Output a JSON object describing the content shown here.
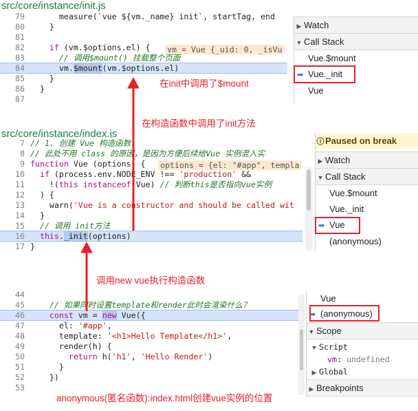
{
  "panel1": {
    "file": "src/core/instance/init.js",
    "lines": [
      {
        "n": "79",
        "parts": [
          {
            "t": "      measure(`vue ${vm._name} init`, startTag, end",
            "c": "tk"
          }
        ]
      },
      {
        "n": "80",
        "parts": [
          {
            "t": "    }",
            "c": "tk"
          }
        ]
      },
      {
        "n": "81",
        "parts": []
      },
      {
        "n": "82",
        "parts": [
          {
            "t": "    ",
            "c": "tk"
          },
          {
            "t": "if",
            "c": "kw"
          },
          {
            "t": " (vm.$options.el) {",
            "c": "tk"
          }
        ]
      },
      {
        "n": "83",
        "parts": [
          {
            "t": "      // 调用$mount() 挂载整个页面",
            "c": "cm"
          }
        ]
      },
      {
        "n": "84",
        "hl": true,
        "parts": [
          {
            "t": "      vm.",
            "c": "tk"
          },
          {
            "t": "$mount",
            "c": "tk",
            "hl": true
          },
          {
            "t": "(vm.$options.el)",
            "c": "tk"
          }
        ]
      },
      {
        "n": "85",
        "parts": [
          {
            "t": "    }",
            "c": "tk"
          }
        ]
      },
      {
        "n": "86",
        "parts": [
          {
            "t": "  }",
            "c": "tk"
          }
        ]
      },
      {
        "n": "87",
        "parts": []
      }
    ],
    "inline_value": "vm = Vue {_uid: 0, _isVu",
    "sidebar": {
      "watch": "Watch",
      "call_stack": "Call Stack",
      "frames": [
        "Vue.$mount",
        "Vue._init",
        "Vue"
      ],
      "current_frame": 1
    },
    "annotation": "在init中调用了$mount"
  },
  "middle_annotation": "在构造函数中调用了init方法",
  "panel2": {
    "file": "src/core/instance/index.js",
    "lines": [
      {
        "n": "7",
        "parts": [
          {
            "t": "// 1. 创建 Vue 构造函数",
            "c": "cm"
          }
        ]
      },
      {
        "n": "8",
        "parts": [
          {
            "t": "// 此处不用 class 的原因，是因为方便后续给Vue 实例混入实",
            "c": "cm"
          }
        ]
      },
      {
        "n": "9",
        "parts": [
          {
            "t": "function",
            "c": "kw"
          },
          {
            "t": " Vue (options) {",
            "c": "tk"
          }
        ]
      },
      {
        "n": "10",
        "parts": [
          {
            "t": "  ",
            "c": "tk"
          },
          {
            "t": "if",
            "c": "kw"
          },
          {
            "t": " (process.env.NODE_ENV !== ",
            "c": "tk"
          },
          {
            "t": "'production'",
            "c": "str"
          },
          {
            "t": " &&",
            "c": "tk"
          }
        ]
      },
      {
        "n": "11",
        "parts": [
          {
            "t": "    !(",
            "c": "tk"
          },
          {
            "t": "this",
            "c": "kw"
          },
          {
            "t": " ",
            "c": "tk"
          },
          {
            "t": "instanceof",
            "c": "kw"
          },
          {
            "t": " Vue) ",
            "c": "tk"
          },
          {
            "t": "// 判断this是否指向vue实例",
            "c": "cm"
          }
        ]
      },
      {
        "n": "12",
        "parts": [
          {
            "t": "  ) {",
            "c": "tk"
          }
        ]
      },
      {
        "n": "13",
        "parts": [
          {
            "t": "    warn(",
            "c": "tk"
          },
          {
            "t": "'Vue is a constructor and should be called wit",
            "c": "str"
          }
        ]
      },
      {
        "n": "14",
        "parts": [
          {
            "t": "  }",
            "c": "tk"
          }
        ]
      },
      {
        "n": "15",
        "parts": [
          {
            "t": "  // 调用 init方法",
            "c": "cm"
          }
        ]
      },
      {
        "n": "16",
        "hl": true,
        "parts": [
          {
            "t": "  ",
            "c": "tk"
          },
          {
            "t": "this",
            "c": "kw"
          },
          {
            "t": ".",
            "c": "tk"
          },
          {
            "t": "_init",
            "c": "tk",
            "hl": true
          },
          {
            "t": "(options)",
            "c": "tk"
          }
        ]
      },
      {
        "n": "17",
        "parts": [
          {
            "t": "}",
            "c": "tk"
          }
        ]
      }
    ],
    "inline_value": "options = {el: \"#app\", templa",
    "sidebar": {
      "paused": "Paused on break",
      "watch": "Watch",
      "call_stack": "Call Stack",
      "frames": [
        "Vue.$mount",
        "Vue._init",
        "Vue",
        "(anonymous)"
      ],
      "current_frame": 2
    }
  },
  "bottom_annotation_top": "调用new vue执行构造函数",
  "panel3": {
    "lines": [
      {
        "n": "44",
        "parts": []
      },
      {
        "n": "45",
        "parts": [
          {
            "t": "    // 如果同时设置template和render此时会渲染什么？",
            "c": "cm"
          }
        ]
      },
      {
        "n": "46",
        "hl": true,
        "parts": [
          {
            "t": "    ",
            "c": "tk"
          },
          {
            "t": "const",
            "c": "kw"
          },
          {
            "t": " vm = ",
            "c": "tk"
          },
          {
            "t": "new",
            "c": "kw",
            "hl": true
          },
          {
            "t": " Vue({",
            "c": "tk"
          }
        ]
      },
      {
        "n": "47",
        "parts": [
          {
            "t": "      el: ",
            "c": "tk"
          },
          {
            "t": "'#app'",
            "c": "str"
          },
          {
            "t": ",",
            "c": "tk"
          }
        ]
      },
      {
        "n": "48",
        "parts": [
          {
            "t": "      template: ",
            "c": "tk"
          },
          {
            "t": "'<h1>Hello Template</h1>'",
            "c": "str"
          },
          {
            "t": ",",
            "c": "tk"
          }
        ]
      },
      {
        "n": "49",
        "parts": [
          {
            "t": "      render(h) {",
            "c": "tk"
          }
        ]
      },
      {
        "n": "50",
        "parts": [
          {
            "t": "        ",
            "c": "tk"
          },
          {
            "t": "return",
            "c": "kw"
          },
          {
            "t": " h(",
            "c": "tk"
          },
          {
            "t": "'h1'",
            "c": "str"
          },
          {
            "t": ", ",
            "c": "tk"
          },
          {
            "t": "'Hello Render'",
            "c": "str"
          },
          {
            "t": ")",
            "c": "tk"
          }
        ]
      },
      {
        "n": "51",
        "parts": [
          {
            "t": "      }",
            "c": "tk"
          }
        ]
      },
      {
        "n": "52",
        "parts": [
          {
            "t": "    })",
            "c": "tk"
          }
        ]
      },
      {
        "n": "53",
        "parts": []
      }
    ],
    "sidebar": {
      "frames": [
        "Vue",
        "(anonymous)"
      ],
      "current_frame": 1,
      "scope": "Scope",
      "script": "Script",
      "scope_var_name": "vm",
      "scope_var_value": "undefined",
      "global": "Global",
      "breakpoints": "Breakpoints"
    },
    "annotation": "anonymous(匿名函数):index.html创建vue实例的位置"
  },
  "colors": {
    "accent_red": "#e8202a",
    "file_title_green": "#1a7f3c",
    "line_highlight": "#d6e4fb",
    "current_frame_arrow": "#1a73e8"
  }
}
